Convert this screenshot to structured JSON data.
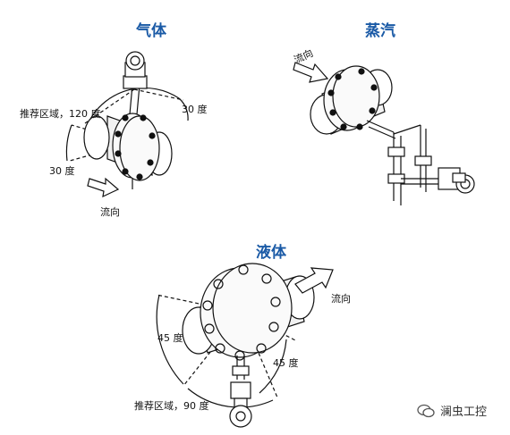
{
  "panels": {
    "gas": {
      "title": "气体",
      "recommended_zone_label": "推荐区域，",
      "recommended_angle": "120 度",
      "angle_upper": "30 度",
      "angle_lower": "30 度",
      "flow_label": "流向"
    },
    "steam": {
      "title": "蒸汽",
      "flow_label": "流向"
    },
    "liquid": {
      "title": "液体",
      "flow_label": "流向",
      "angle_left": "45 度",
      "angle_right": "45 度",
      "recommended_zone_label": "推荐区域，",
      "recommended_angle": "90 度"
    }
  },
  "watermark": {
    "text": "澜虫工控"
  },
  "colors": {
    "title": "#1a5aa6",
    "line": "#111111",
    "pipe_fill": "#f2f2f2"
  }
}
